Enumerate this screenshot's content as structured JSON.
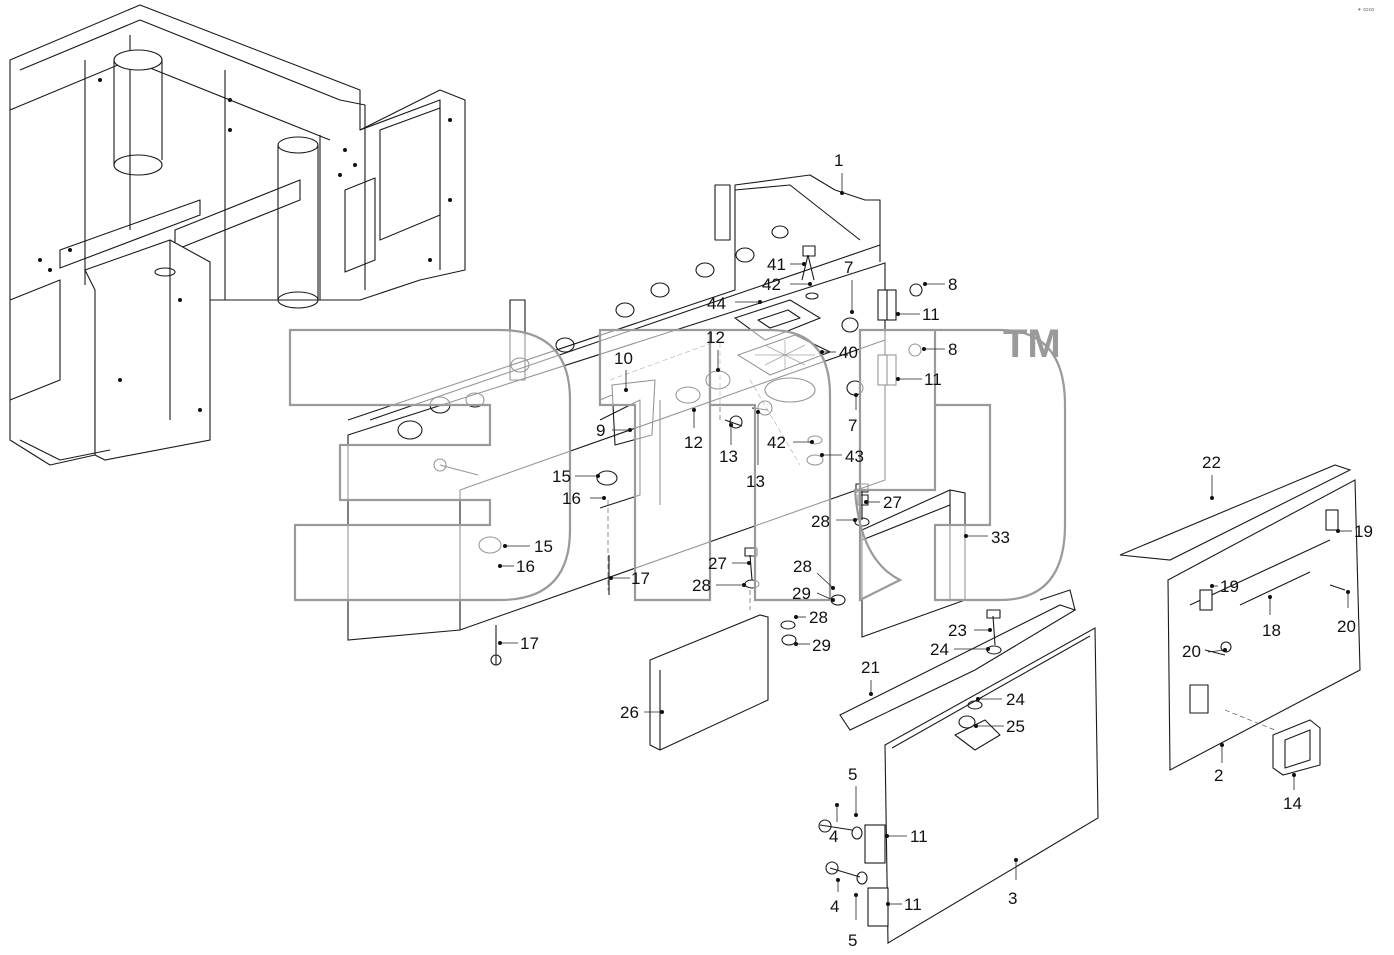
{
  "diagram": {
    "watermark_trademark": "TM",
    "corner_mark": "• ∞∞",
    "callouts": [
      "1",
      "2",
      "3",
      "4",
      "4",
      "5",
      "5",
      "7",
      "7",
      "8",
      "8",
      "9",
      "10",
      "11",
      "11",
      "11",
      "11",
      "12",
      "12",
      "13",
      "13",
      "14",
      "15",
      "15",
      "16",
      "16",
      "17",
      "17",
      "18",
      "19",
      "19",
      "20",
      "20",
      "21",
      "22",
      "23",
      "24",
      "24",
      "25",
      "26",
      "27",
      "27",
      "28",
      "28",
      "28",
      "28",
      "29",
      "29",
      "33",
      "40",
      "41",
      "42",
      "42",
      "43",
      "44"
    ]
  }
}
